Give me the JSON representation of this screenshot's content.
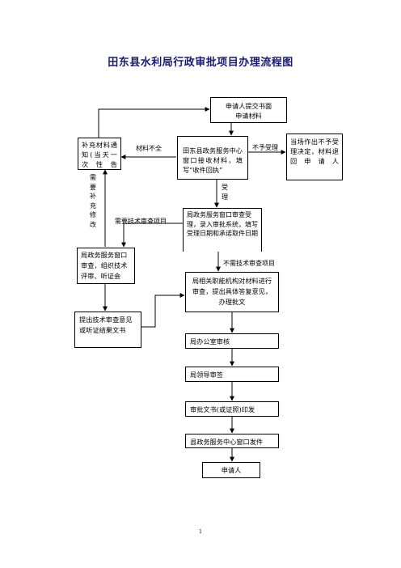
{
  "title": "田东县水利局行政审批项目办理流程图",
  "nodes": {
    "submit": "申请人提交书面申请材料",
    "supplement": "补充材料通知(当天一次性告",
    "window_receive": "田东县政务服务中心窗口接收材料，填写“收件回执”",
    "reject": "当场作出不予受理决定，材料退回申请人",
    "review_entry": "局政务服务窗口审查受理，录入审批系统，填写受理日期和承诺取件日期",
    "tech_organize": "局政务服务窗口审查，组织技术评审、听证会",
    "dept_review": "局相关职能机构对材料进行审查，提出具体答复意见，办理批文",
    "tech_result": "提出技术审查意见或听证结果文书",
    "office_review": "局办公室审核",
    "leader_sign": "局领导审签",
    "doc_issue": "审批文书(或证照)印发",
    "center_issue": "县政务服务中心窗口发件",
    "applicant": "申请人"
  },
  "edge_labels": {
    "incomplete": "材料不全",
    "not_accepted": "不予受理",
    "accept": "受理",
    "need_supplement": "需要补充修改",
    "need_tech": "需要技术审查项目",
    "no_tech": "不需技术审查项目"
  },
  "page_number": "1"
}
